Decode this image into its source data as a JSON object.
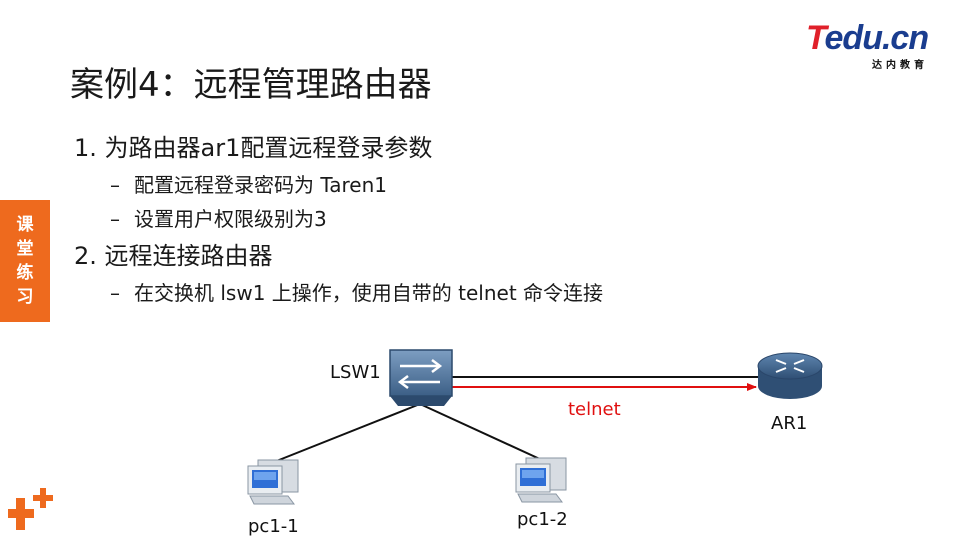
{
  "logo": {
    "brand_t": "T",
    "brand_rest": "edu.cn",
    "tagline": "达内教育"
  },
  "title": "案例4：远程管理路由器",
  "items": [
    {
      "label": "1. 为路由器ar1配置远程登录参数",
      "subs": [
        "配置远程登录密码为 Taren1",
        "设置用户权限级别为3"
      ]
    },
    {
      "label": "2. 远程连接路由器",
      "subs": [
        "在交换机 lsw1 上操作，使用自带的 telnet 命令连接"
      ]
    }
  ],
  "dash": "–",
  "side_tab": [
    "课",
    "堂",
    "练",
    "习"
  ],
  "topology": {
    "switch": "LSW1",
    "router": "AR1",
    "link": "telnet",
    "pc1": "pc1-1",
    "pc2": "pc1-2"
  },
  "colors": {
    "accent_orange": "#ee6a1e",
    "telnet_red": "#e01010",
    "logo_red": "#e0202a",
    "logo_blue": "#1a3d8f",
    "device_blue": "#3c5f86"
  },
  "icons": [
    "switch-icon",
    "router-icon",
    "pc-icon",
    "plus-icon"
  ]
}
